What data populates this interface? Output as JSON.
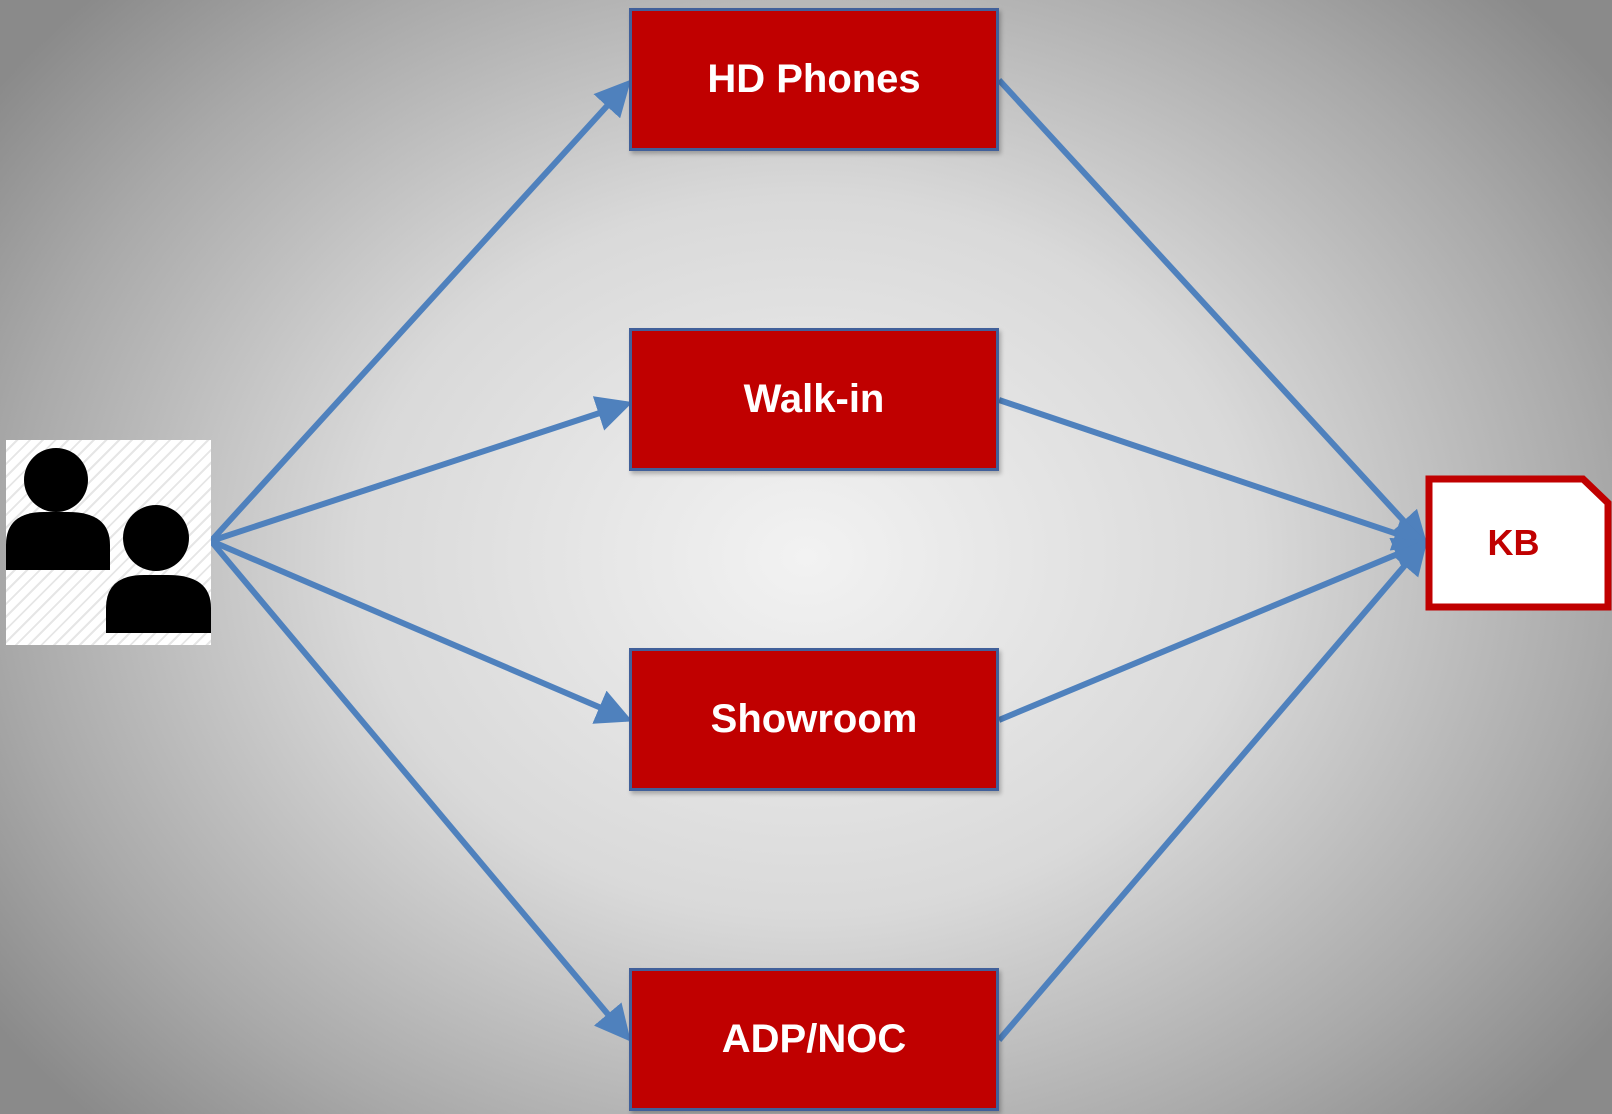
{
  "diagram": {
    "source": {
      "icon": "users-icon"
    },
    "channels": [
      {
        "id": "hd-phones",
        "label": "HD Phones"
      },
      {
        "id": "walk-in",
        "label": "Walk-in"
      },
      {
        "id": "showroom",
        "label": "Showroom"
      },
      {
        "id": "adp-noc",
        "label": "ADP/NOC"
      }
    ],
    "target": {
      "label": "KB",
      "icon": "document-icon"
    },
    "edges": [
      {
        "from": "users",
        "to": "hd-phones"
      },
      {
        "from": "users",
        "to": "walk-in"
      },
      {
        "from": "users",
        "to": "showroom"
      },
      {
        "from": "users",
        "to": "adp-noc"
      },
      {
        "from": "hd-phones",
        "to": "kb"
      },
      {
        "from": "walk-in",
        "to": "kb"
      },
      {
        "from": "showroom",
        "to": "kb"
      },
      {
        "from": "adp-noc",
        "to": "kb"
      }
    ],
    "colors": {
      "box_fill": "#c00000",
      "box_border": "#41609a",
      "box_text": "#ffffff",
      "arrow": "#4f81bd",
      "kb_border": "#c00000",
      "kb_text": "#c00000"
    }
  }
}
